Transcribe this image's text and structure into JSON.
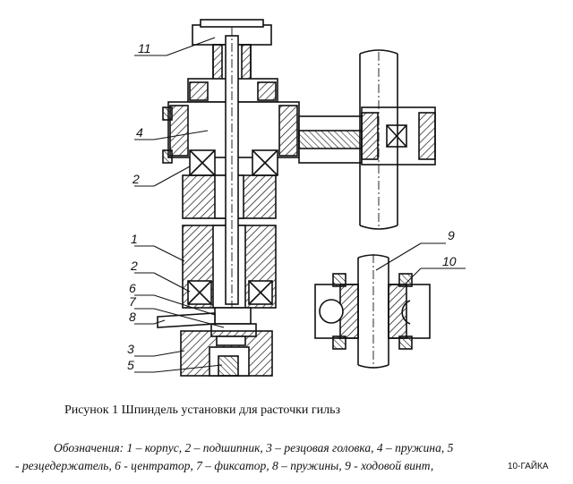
{
  "caption": "Рисунок 1 Шпиндель установки для расточки гильз",
  "legend_line1": "Обозначения: 1 – корпус, 2 – подшипник, 3 – резцовая головка, 4 – пружина, 5",
  "legend_line2": "- резцедержатель, 6 -  центратор, 7 – фиксатор, 8 – пружины, 9 - ходовой винт,",
  "legend_tail": "10-ГАЙКА",
  "callouts": {
    "c11": "11",
    "c4": "4",
    "c2a": "2",
    "c1": "1",
    "c2b": "2",
    "c6": "6",
    "c7": "7",
    "c8": "8",
    "c3": "3",
    "c5": "5",
    "c9": "9",
    "c10": "10"
  }
}
